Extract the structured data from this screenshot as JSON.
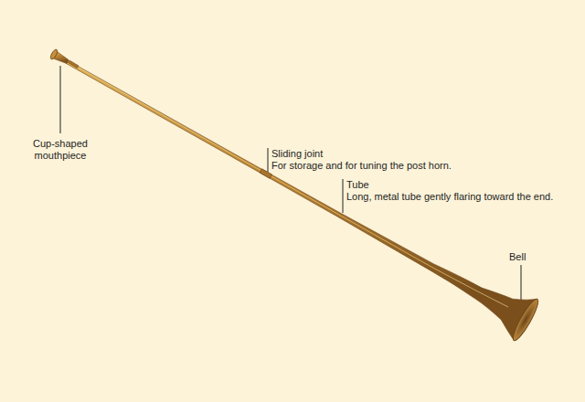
{
  "diagram": {
    "labels": [
      "Cup-shaped mouthpiece",
      "Sliding joint",
      "For storage and for tuning the post horn.",
      "Tube",
      "Long, metal tube gently flaring toward the end.",
      "Bell"
    ]
  }
}
